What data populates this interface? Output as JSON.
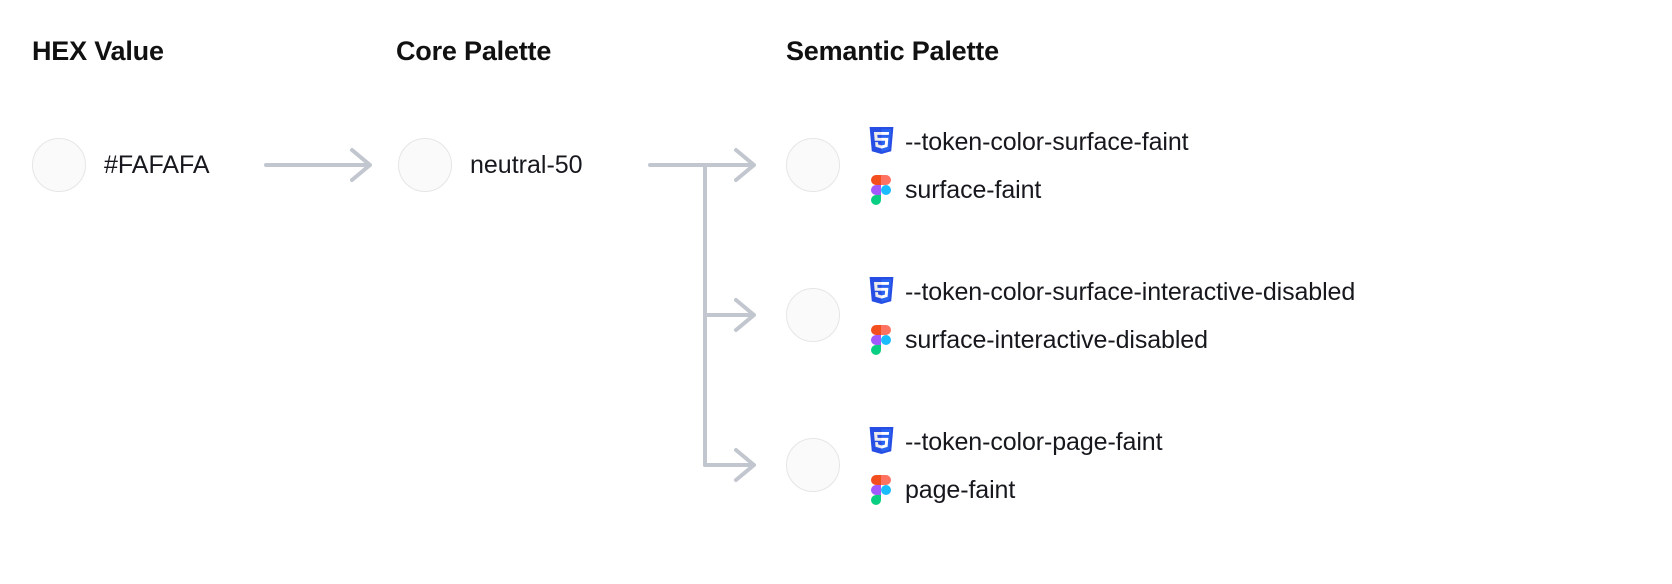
{
  "columns": {
    "hex": "HEX Value",
    "core": "Core Palette",
    "semantic": "Semantic Palette"
  },
  "hex": {
    "value": "#FAFAFA",
    "swatch_color": "#FAFAFA"
  },
  "core": {
    "value": "neutral-50",
    "swatch_color": "#FAFAFA"
  },
  "semantic": {
    "rows": [
      {
        "swatch_color": "#FAFAFA",
        "css_icon": "css3-icon",
        "css_token": "--token-color-surface-faint",
        "figma_icon": "figma-icon",
        "figma_token": "surface-faint"
      },
      {
        "swatch_color": "#FAFAFA",
        "css_icon": "css3-icon",
        "css_token": "--token-color-surface-interactive-disabled",
        "figma_icon": "figma-icon",
        "figma_token": "surface-interactive-disabled"
      },
      {
        "swatch_color": "#FAFAFA",
        "css_icon": "css3-icon",
        "css_token": "--token-color-page-faint",
        "figma_icon": "figma-icon",
        "figma_token": "page-faint"
      }
    ]
  },
  "colors": {
    "connector": "#C2C6CE",
    "swatch_border": "#E6E6E9",
    "text": "#16181D",
    "heading": "#111111",
    "css_blue": "#264DE4",
    "css_blue_dark": "#2965F1",
    "figma_orange": "#F24E1E",
    "figma_red": "#FF7262",
    "figma_purple": "#A259FF",
    "figma_blue": "#1ABCFE",
    "figma_green": "#0ACF83"
  }
}
